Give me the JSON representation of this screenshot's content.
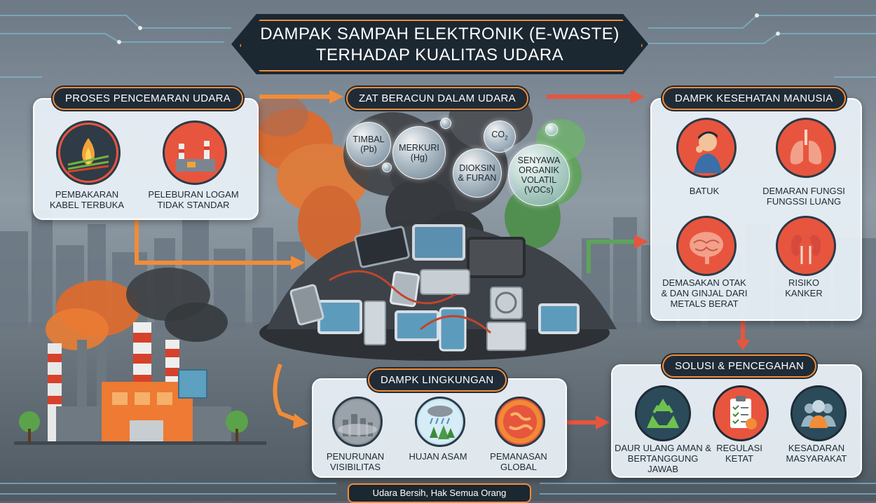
{
  "title": {
    "line1": "DAMPAK SAMPAH ELEKTRONIK (E-WASTE)",
    "line2": "TERHADAP KUALITAS UDARA"
  },
  "proses": {
    "header": "PROSES PENCEMARAN UDARA",
    "items": [
      {
        "line1": "PEMBAKARAN",
        "line2": "KABEL TERBUKA",
        "icon": "burning-cable-icon"
      },
      {
        "line1": "PELEBURAN LOGAM",
        "line2": "TIDAK STANDAR",
        "icon": "smelter-factory-icon"
      }
    ]
  },
  "zat": {
    "header": "ZAT BERACUN DALAM UDARA",
    "bubbles": [
      {
        "line1": "TIMBAL",
        "line2": "(Pb)"
      },
      {
        "line1": "MERKURI",
        "line2": "(Hg)"
      },
      {
        "line1": "CO",
        "line2": "2"
      },
      {
        "line1": "DIOKSIN",
        "line2": "& FURAN"
      },
      {
        "line1": "SENYAWA",
        "line2": "ORGANIK",
        "line3": "VOLATIL",
        "line4": "(VOCs)"
      }
    ]
  },
  "kesehatan": {
    "header": "DAMPK KESEHATAN MANUSIA",
    "items": [
      {
        "line1": "BATUK",
        "line2": "",
        "line3": "",
        "icon": "coughing-person-icon"
      },
      {
        "line1": "DEMARAN FUNGSI",
        "line2": "FUNGSSI LUANG",
        "line3": "",
        "icon": "lungs-icon"
      },
      {
        "line1": "DEMASAKAN OTAK",
        "line2": "& DAN GINJAL DARI",
        "line3": "METALS BERAT",
        "icon": "brain-icon"
      },
      {
        "line1": "RISIKO",
        "line2": "KANKER",
        "line3": "",
        "icon": "kidneys-icon"
      }
    ]
  },
  "lingkungan": {
    "header": "DAMPK LINGKUNGAN",
    "items": [
      {
        "line1": "PENURUNAN",
        "line2": "VISIBILITAS",
        "icon": "smog-city-icon"
      },
      {
        "line1": "HUJAN ASAM",
        "line2": "",
        "icon": "acid-rain-icon"
      },
      {
        "line1": "PEMANASAN",
        "line2": "GLOBAL",
        "icon": "hot-globe-icon"
      }
    ]
  },
  "solusi": {
    "header": "SOLUSI & PENCEGAHAN",
    "items": [
      {
        "line1": "DAUR ULANG AMAN &",
        "line2": "BERTANGGUNG JAWAB",
        "icon": "recycle-icon"
      },
      {
        "line1": "REGULASI",
        "line2": "KETAT",
        "icon": "checklist-icon"
      },
      {
        "line1": "KESADARAN",
        "line2": "MASYARAKAT",
        "icon": "people-icon"
      }
    ]
  },
  "footer": "Udara Bersih, Hak Semua Orang",
  "colors": {
    "accent": "#f28c38",
    "arrow": "#e8553e",
    "dark": "#1b2731",
    "panel": "#e9f0f6"
  }
}
